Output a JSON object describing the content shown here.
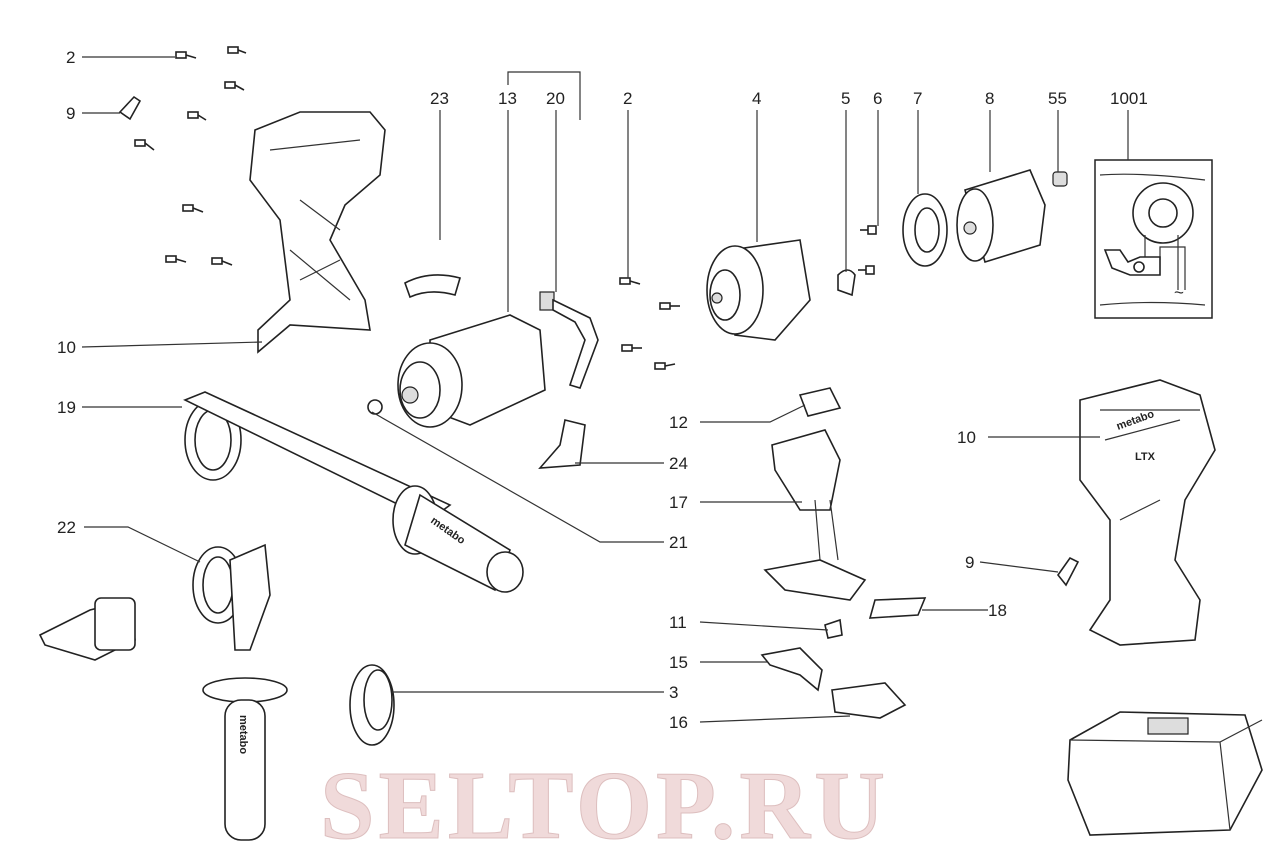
{
  "title": "Exploded parts diagram",
  "watermark": "SELTOP.RU",
  "brand": "metabo",
  "model_badge": "LTX",
  "wiring_symbol": "~",
  "labels": {
    "screw_left": "2",
    "cap_left": "9",
    "housing_left": "10",
    "side_handle": "19",
    "handle_22": "22",
    "label_23": "23",
    "gearbox_13": "13",
    "part_20": "20",
    "screw_mid": "2",
    "gear_4": "4",
    "part_5": "5",
    "screw_6": "6",
    "plate_7": "7",
    "motor_8": "8",
    "part_55": "55",
    "wiring_1001": "1001",
    "part_12": "12",
    "switch_17": "17",
    "label_24": "24",
    "ring_21": "21",
    "spring_11": "11",
    "part_15": "15",
    "collar_3": "3",
    "part_16": "16",
    "housing_right": "10",
    "cap_right": "9",
    "label_18": "18"
  }
}
